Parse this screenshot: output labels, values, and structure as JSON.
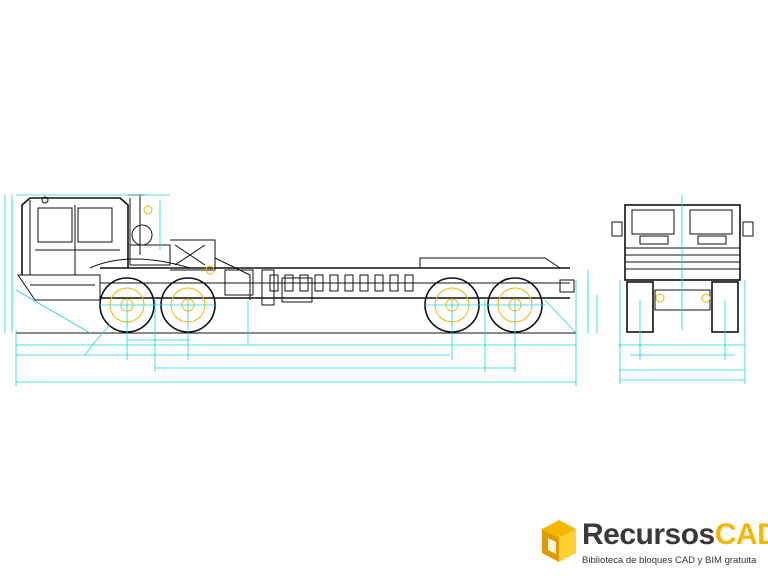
{
  "logo": {
    "word_part1": "Recursos",
    "word_part2": "CAD",
    "tagline": "Biblioteca de bloques CAD y BIM gratuita",
    "icon": "isometric-cube-icon",
    "colors": {
      "accent": "#f5b800",
      "dark": "#3a3a3a"
    }
  },
  "colors": {
    "lines": "#111111",
    "dimensions": "#19d3e0",
    "wheels": "#f0b400"
  }
}
